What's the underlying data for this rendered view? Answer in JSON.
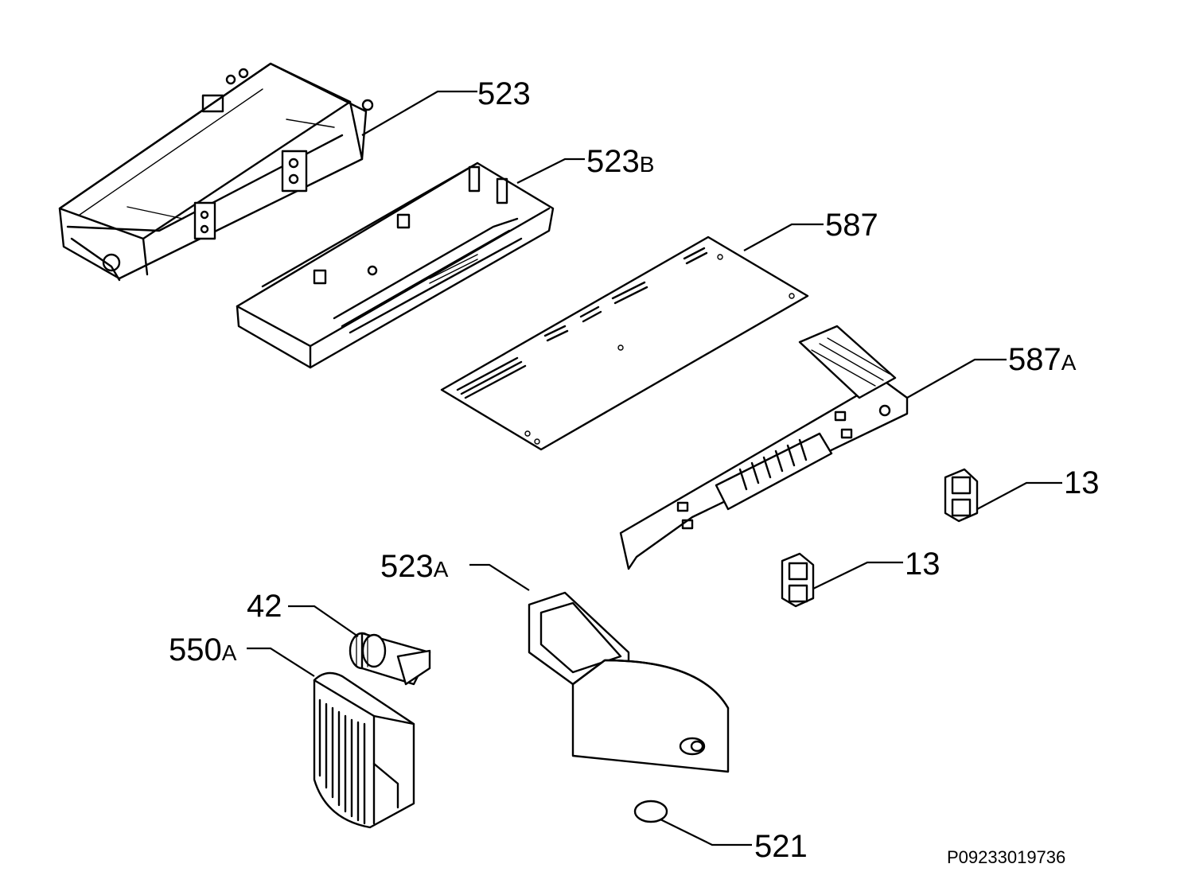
{
  "callouts": {
    "c523": {
      "num": "523",
      "suffix": ""
    },
    "c523B": {
      "num": "523",
      "suffix": "B"
    },
    "c587": {
      "num": "587",
      "suffix": ""
    },
    "c587A": {
      "num": "587",
      "suffix": "A"
    },
    "c13a": {
      "num": "13",
      "suffix": ""
    },
    "c13b": {
      "num": "13",
      "suffix": ""
    },
    "c523A": {
      "num": "523",
      "suffix": "A"
    },
    "c42": {
      "num": "42",
      "suffix": ""
    },
    "c550A": {
      "num": "550",
      "suffix": "A"
    },
    "c521": {
      "num": "521",
      "suffix": ""
    }
  },
  "drawing_code": "P09233019736"
}
